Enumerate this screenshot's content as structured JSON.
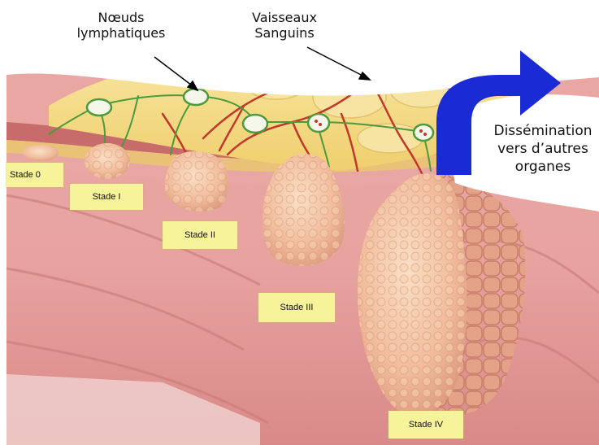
{
  "labels": {
    "lymph_nodes": "Nœuds\nlymphatiques",
    "blood_vessels": "Vaisseaux\nSanguins",
    "dissemination": "Dissémination\nvers d’autres\norganes"
  },
  "stages": [
    "Stade 0",
    "Stade I",
    "Stade II",
    "Stade III",
    "Stade IV"
  ],
  "icons": {
    "arrow": "curved-arrow-icon"
  },
  "colors": {
    "tissue": "#e8a0a0",
    "tumor": "#f2c0a0",
    "fat": "#f3dc85",
    "vessel": "#c0392b",
    "lymph": "#4c9a3c",
    "arrow": "#1a2bd6",
    "stage_label_bg": "#f7f39a"
  }
}
